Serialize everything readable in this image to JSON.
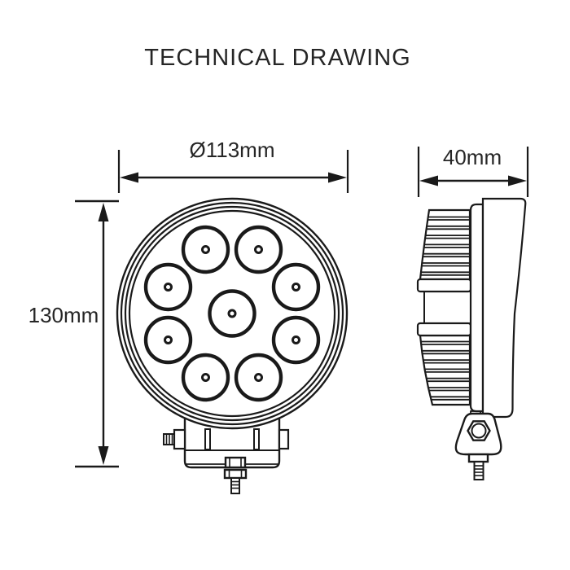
{
  "title": "TECHNICAL DRAWING",
  "dimensions": {
    "diameter": "Ø113mm",
    "height": "130mm",
    "depth": "40mm"
  },
  "views": {
    "front": {
      "led_count": 9
    },
    "side": {}
  },
  "colors": {
    "line": "#1a1a1a",
    "text": "#262626",
    "background": "#ffffff"
  }
}
